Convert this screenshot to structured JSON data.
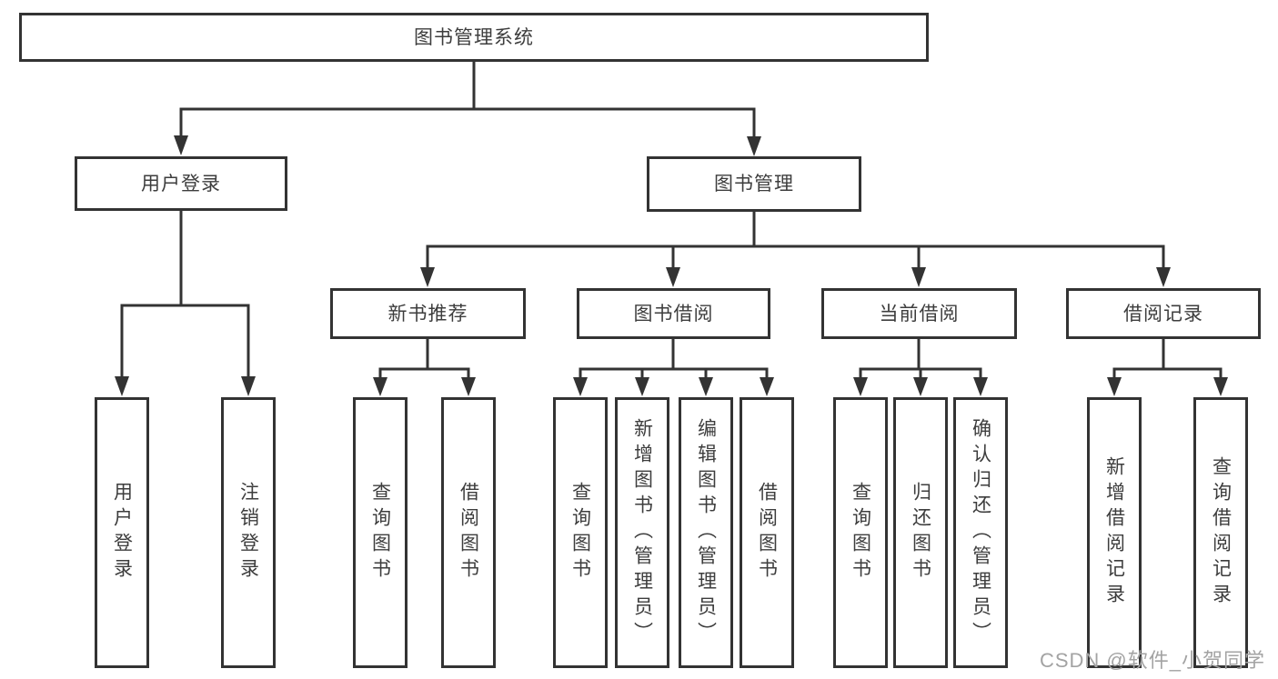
{
  "colors": {
    "line": "#333333",
    "box_border": "#333333",
    "text": "#3d3d3d",
    "watermark": "#a3a3a3",
    "background": "#ffffff"
  },
  "diagram": {
    "root": {
      "label": "图书管理系统"
    },
    "level2": {
      "user_login": {
        "label": "用户登录"
      },
      "book_management": {
        "label": "图书管理"
      }
    },
    "level3": {
      "new_book_recommend": {
        "label": "新书推荐"
      },
      "book_borrowing": {
        "label": "图书借阅"
      },
      "current_borrowing": {
        "label": "当前借阅"
      },
      "borrowing_records": {
        "label": "借阅记录"
      }
    },
    "leaves": {
      "user_login": [
        "用户登录",
        "注销登录"
      ],
      "new_book_recommend": [
        "查询图书",
        "借阅图书"
      ],
      "book_borrowing": [
        "查询图书",
        "新增图书（管理员）",
        "编辑图书（管理员）",
        "借阅图书"
      ],
      "current_borrowing": [
        "查询图书",
        "归还图书",
        "确认归还（管理员）"
      ],
      "borrowing_records": [
        "新增借阅记录",
        "查询借阅记录"
      ]
    }
  },
  "watermark": {
    "text": "CSDN @软件_小贺同学"
  }
}
